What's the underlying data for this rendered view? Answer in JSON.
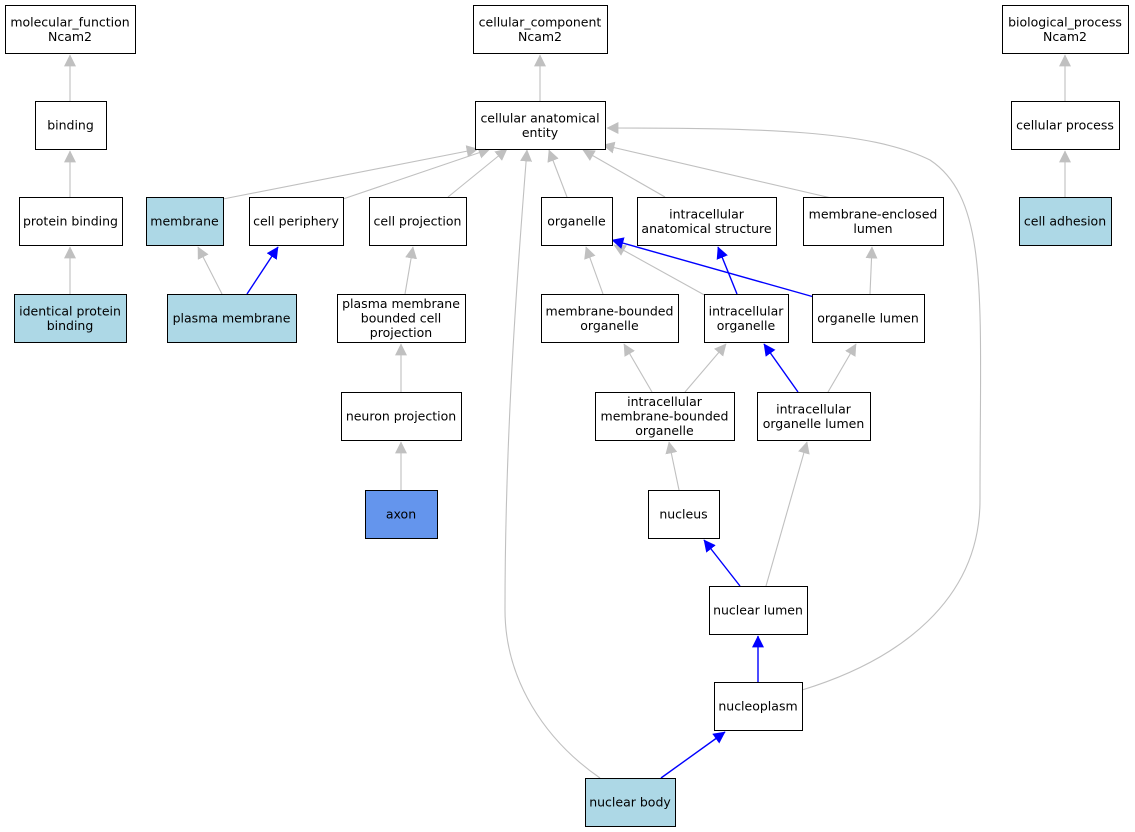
{
  "graph": {
    "colors": {
      "plain": "#ffffff",
      "highlight": "#add8e6",
      "selected": "#6495ed",
      "edge_plain": "#c0c0c0",
      "edge_strong": "#0000ff",
      "border": "#000000"
    },
    "nodes": [
      {
        "id": "molecular_function",
        "lines": [
          "molecular_function",
          "Ncam2"
        ],
        "fill": "plain"
      },
      {
        "id": "cellular_component",
        "lines": [
          "cellular_component",
          "Ncam2"
        ],
        "fill": "plain"
      },
      {
        "id": "biological_process",
        "lines": [
          "biological_process",
          "Ncam2"
        ],
        "fill": "plain"
      },
      {
        "id": "binding",
        "lines": [
          "binding"
        ],
        "fill": "plain"
      },
      {
        "id": "cellular_anatomical_entity",
        "lines": [
          "cellular anatomical",
          "entity"
        ],
        "fill": "plain"
      },
      {
        "id": "cellular_process",
        "lines": [
          "cellular process"
        ],
        "fill": "plain"
      },
      {
        "id": "protein_binding",
        "lines": [
          "protein binding"
        ],
        "fill": "plain"
      },
      {
        "id": "membrane",
        "lines": [
          "membrane"
        ],
        "fill": "highlight"
      },
      {
        "id": "cell_periphery",
        "lines": [
          "cell periphery"
        ],
        "fill": "plain"
      },
      {
        "id": "cell_projection",
        "lines": [
          "cell projection"
        ],
        "fill": "plain"
      },
      {
        "id": "organelle",
        "lines": [
          "organelle"
        ],
        "fill": "plain"
      },
      {
        "id": "intracellular_anatomical_structure",
        "lines": [
          "intracellular",
          "anatomical structure"
        ],
        "fill": "plain"
      },
      {
        "id": "membrane_enclosed_lumen",
        "lines": [
          "membrane-enclosed",
          "lumen"
        ],
        "fill": "plain"
      },
      {
        "id": "cell_adhesion",
        "lines": [
          "cell adhesion"
        ],
        "fill": "highlight"
      },
      {
        "id": "identical_protein_binding",
        "lines": [
          "identical protein",
          "binding"
        ],
        "fill": "highlight"
      },
      {
        "id": "plasma_membrane",
        "lines": [
          "plasma membrane"
        ],
        "fill": "highlight"
      },
      {
        "id": "plasma_membrane_bounded_cell_projection",
        "lines": [
          "plasma membrane",
          "bounded cell",
          "projection"
        ],
        "fill": "plain"
      },
      {
        "id": "membrane_bounded_organelle",
        "lines": [
          "membrane-bounded",
          "organelle"
        ],
        "fill": "plain"
      },
      {
        "id": "intracellular_organelle",
        "lines": [
          "intracellular",
          "organelle"
        ],
        "fill": "plain"
      },
      {
        "id": "organelle_lumen",
        "lines": [
          "organelle lumen"
        ],
        "fill": "plain"
      },
      {
        "id": "neuron_projection",
        "lines": [
          "neuron projection"
        ],
        "fill": "plain"
      },
      {
        "id": "intracellular_membrane_bounded_organelle",
        "lines": [
          "intracellular",
          "membrane-bounded",
          "organelle"
        ],
        "fill": "plain"
      },
      {
        "id": "intracellular_organelle_lumen",
        "lines": [
          "intracellular",
          "organelle lumen"
        ],
        "fill": "plain"
      },
      {
        "id": "axon",
        "lines": [
          "axon"
        ],
        "fill": "selected"
      },
      {
        "id": "nucleus",
        "lines": [
          "nucleus"
        ],
        "fill": "plain"
      },
      {
        "id": "nuclear_lumen",
        "lines": [
          "nuclear lumen"
        ],
        "fill": "plain"
      },
      {
        "id": "nucleoplasm",
        "lines": [
          "nucleoplasm"
        ],
        "fill": "plain"
      },
      {
        "id": "nuclear_body",
        "lines": [
          "nuclear body"
        ],
        "fill": "highlight"
      }
    ],
    "edges": [
      {
        "from": "binding",
        "to": "molecular_function",
        "style": "plain"
      },
      {
        "from": "protein_binding",
        "to": "binding",
        "style": "plain"
      },
      {
        "from": "identical_protein_binding",
        "to": "protein_binding",
        "style": "plain"
      },
      {
        "from": "cellular_anatomical_entity",
        "to": "cellular_component",
        "style": "plain"
      },
      {
        "from": "cellular_process",
        "to": "biological_process",
        "style": "plain"
      },
      {
        "from": "cell_adhesion",
        "to": "cellular_process",
        "style": "plain"
      },
      {
        "from": "membrane",
        "to": "cellular_anatomical_entity",
        "style": "plain"
      },
      {
        "from": "cell_periphery",
        "to": "cellular_anatomical_entity",
        "style": "plain"
      },
      {
        "from": "cell_projection",
        "to": "cellular_anatomical_entity",
        "style": "plain"
      },
      {
        "from": "organelle",
        "to": "cellular_anatomical_entity",
        "style": "plain"
      },
      {
        "from": "intracellular_anatomical_structure",
        "to": "cellular_anatomical_entity",
        "style": "plain"
      },
      {
        "from": "membrane_enclosed_lumen",
        "to": "cellular_anatomical_entity",
        "style": "plain"
      },
      {
        "from": "nuclear_body",
        "to": "cellular_anatomical_entity",
        "style": "plain"
      },
      {
        "from": "nucleoplasm",
        "to": "cellular_anatomical_entity",
        "style": "plain"
      },
      {
        "from": "plasma_membrane",
        "to": "membrane",
        "style": "plain"
      },
      {
        "from": "plasma_membrane",
        "to": "cell_periphery",
        "style": "strong"
      },
      {
        "from": "plasma_membrane_bounded_cell_projection",
        "to": "cell_projection",
        "style": "plain"
      },
      {
        "from": "neuron_projection",
        "to": "plasma_membrane_bounded_cell_projection",
        "style": "plain"
      },
      {
        "from": "axon",
        "to": "neuron_projection",
        "style": "plain"
      },
      {
        "from": "membrane_bounded_organelle",
        "to": "organelle",
        "style": "plain"
      },
      {
        "from": "intracellular_organelle",
        "to": "organelle",
        "style": "plain"
      },
      {
        "from": "organelle_lumen",
        "to": "organelle",
        "style": "strong"
      },
      {
        "from": "intracellular_organelle",
        "to": "intracellular_anatomical_structure",
        "style": "strong"
      },
      {
        "from": "organelle_lumen",
        "to": "membrane_enclosed_lumen",
        "style": "plain"
      },
      {
        "from": "intracellular_membrane_bounded_organelle",
        "to": "membrane_bounded_organelle",
        "style": "plain"
      },
      {
        "from": "intracellular_membrane_bounded_organelle",
        "to": "intracellular_organelle",
        "style": "plain"
      },
      {
        "from": "intracellular_organelle_lumen",
        "to": "intracellular_organelle",
        "style": "strong"
      },
      {
        "from": "intracellular_organelle_lumen",
        "to": "organelle_lumen",
        "style": "plain"
      },
      {
        "from": "nucleus",
        "to": "intracellular_membrane_bounded_organelle",
        "style": "plain"
      },
      {
        "from": "nuclear_lumen",
        "to": "nucleus",
        "style": "strong"
      },
      {
        "from": "nuclear_lumen",
        "to": "intracellular_organelle_lumen",
        "style": "plain"
      },
      {
        "from": "nucleoplasm",
        "to": "nuclear_lumen",
        "style": "strong"
      },
      {
        "from": "nuclear_body",
        "to": "nucleoplasm",
        "style": "strong"
      }
    ]
  }
}
